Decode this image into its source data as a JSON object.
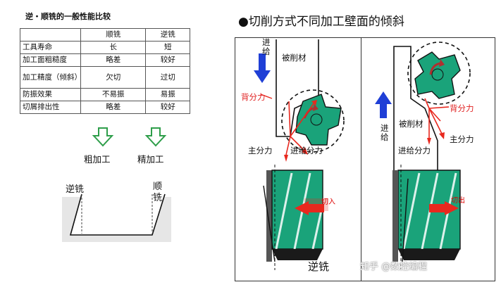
{
  "left": {
    "table_title": "逆・顺铣的一般性能比较",
    "table": {
      "headers": [
        "",
        "顺铣",
        "逆铣"
      ],
      "rows": [
        {
          "label": "工具寿命",
          "down": "长",
          "up": "短"
        },
        {
          "label": "加工面粗糙度",
          "down": "略差",
          "up": "较好"
        },
        {
          "label": "加工精度（倾斜）",
          "down": "欠切",
          "up": "过切"
        },
        {
          "label": "防振效果",
          "down": "不易振",
          "up": "易振"
        },
        {
          "label": "切屑排出性",
          "down": "略差",
          "up": "较好"
        }
      ]
    },
    "arrow_labels": [
      "粗加工",
      "精加工"
    ],
    "sketch": {
      "left_label": "逆铣",
      "right_label": "顺铣"
    }
  },
  "right": {
    "title": "●切削方式不同加工壁面的倾斜",
    "left_diagram": {
      "feed_label": "进给",
      "workpiece": "被削材",
      "back_force": "背分力",
      "main_force": "主分力",
      "feed_force": "进给分力",
      "cut_label": "切入",
      "bottom_label": "逆铣"
    },
    "right_diagram": {
      "feed_label": "进给",
      "workpiece": "被削材",
      "back_force": "背分力",
      "main_force": "主分力",
      "feed_force": "进给分力",
      "cut_label": "切出"
    },
    "watermark": "知乎 @数控编程"
  },
  "colors": {
    "tool_green": "#1aa37a",
    "arrow_blue": "#1f3fd6",
    "arrow_red": "#e8281e",
    "dark": "#1a1a1a"
  }
}
